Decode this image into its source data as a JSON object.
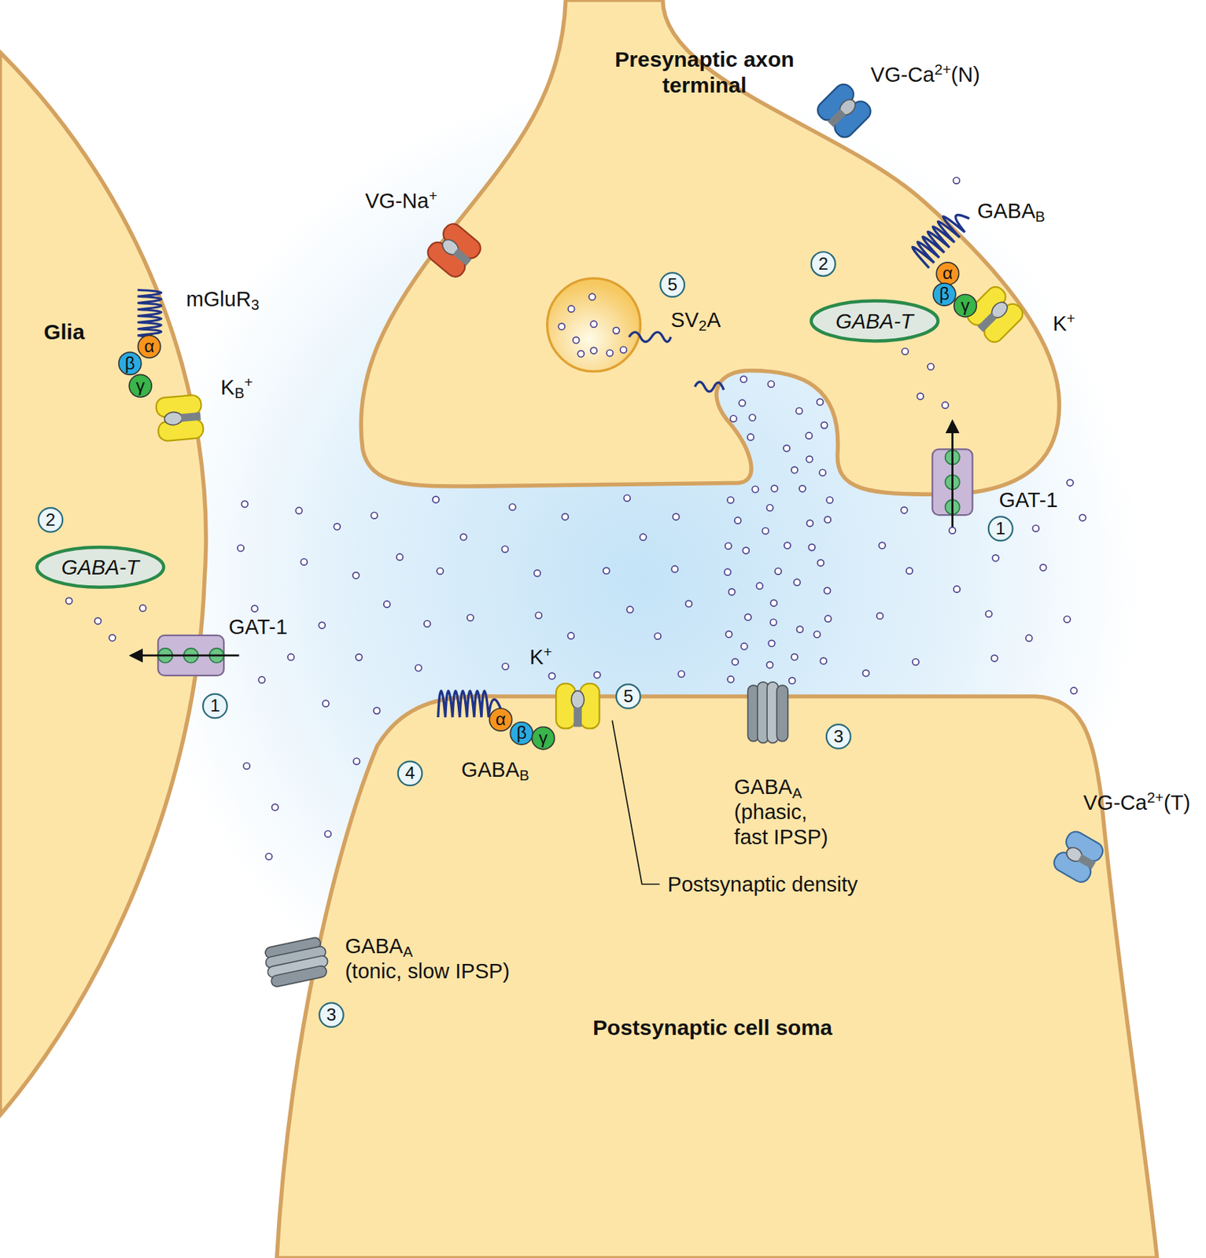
{
  "diagram": {
    "nodes": [
      {
        "text": [
          "Glia"
        ]
      },
      {
        "text": [
          "GABA-T"
        ],
        "in": 0
      },
      {
        "text": [
          "Presynaptic axon terminal"
        ]
      },
      {
        "text": [
          "GABA-T"
        ],
        "in": 2
      },
      {
        "text": [
          "Postsynaptic cell soma"
        ]
      }
    ],
    "labels": [
      "VG-Ca2+(N)",
      "GABAB",
      "VG-Na+",
      "2",
      "5",
      "SV2A",
      "α",
      "β",
      "γ",
      "K+",
      "GAT-1",
      "1",
      "mGluR3",
      "α",
      "β",
      "γ",
      "KB+",
      "2",
      "GAT-1",
      "1",
      "K+",
      "5",
      "4",
      "α",
      "β",
      "γ",
      "GABAB",
      "3",
      "GABAA (phasic, fast IPSP)",
      "Postsynaptic density",
      "VG-Ca2+(T)",
      "GABAA (tonic, slow IPSP)",
      "3"
    ]
  }
}
